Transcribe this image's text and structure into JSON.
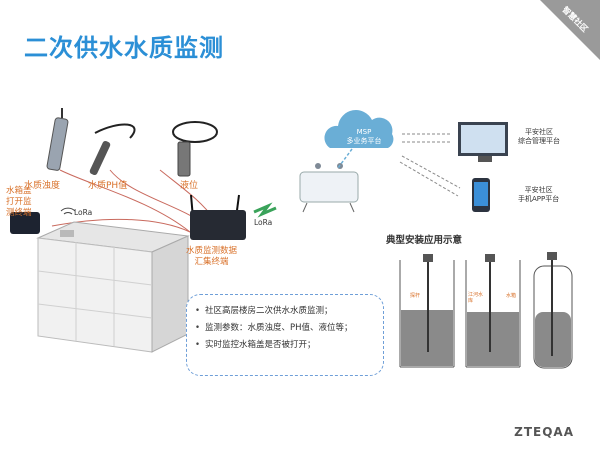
{
  "title": "二次供水水质监测",
  "corner_label": "智慧社区",
  "sensors": {
    "turbidity": "水质浊度",
    "ph": "水质PH值",
    "level": "液位",
    "tank_lid": [
      "水箱盖",
      "打开监",
      "测终端"
    ]
  },
  "lora_label_1": "LoRa",
  "lora_label_2": "LoRa",
  "collector": [
    "水质监测数据",
    "汇集终端"
  ],
  "msp": [
    "MSP",
    "多业务平台"
  ],
  "platform_mgmt": [
    "平安社区",
    "综合管理平台"
  ],
  "platform_app": [
    "平安社区",
    "手机APP平台"
  ],
  "install_title": "典型安装应用示意",
  "install_labels": [
    "探杆",
    "江河水库",
    "水箱"
  ],
  "bullets": [
    "社区高层楼房二次供水水质监测；",
    "监测参数：水质浊度、PH值、液位等；",
    "实时监控水箱盖是否被打开；"
  ],
  "brand": "ZTEQAA",
  "colors": {
    "title": "#2b8fd6",
    "label": "#d9722b",
    "link": "#c96a5e",
    "cloud": "#6aaed6"
  }
}
